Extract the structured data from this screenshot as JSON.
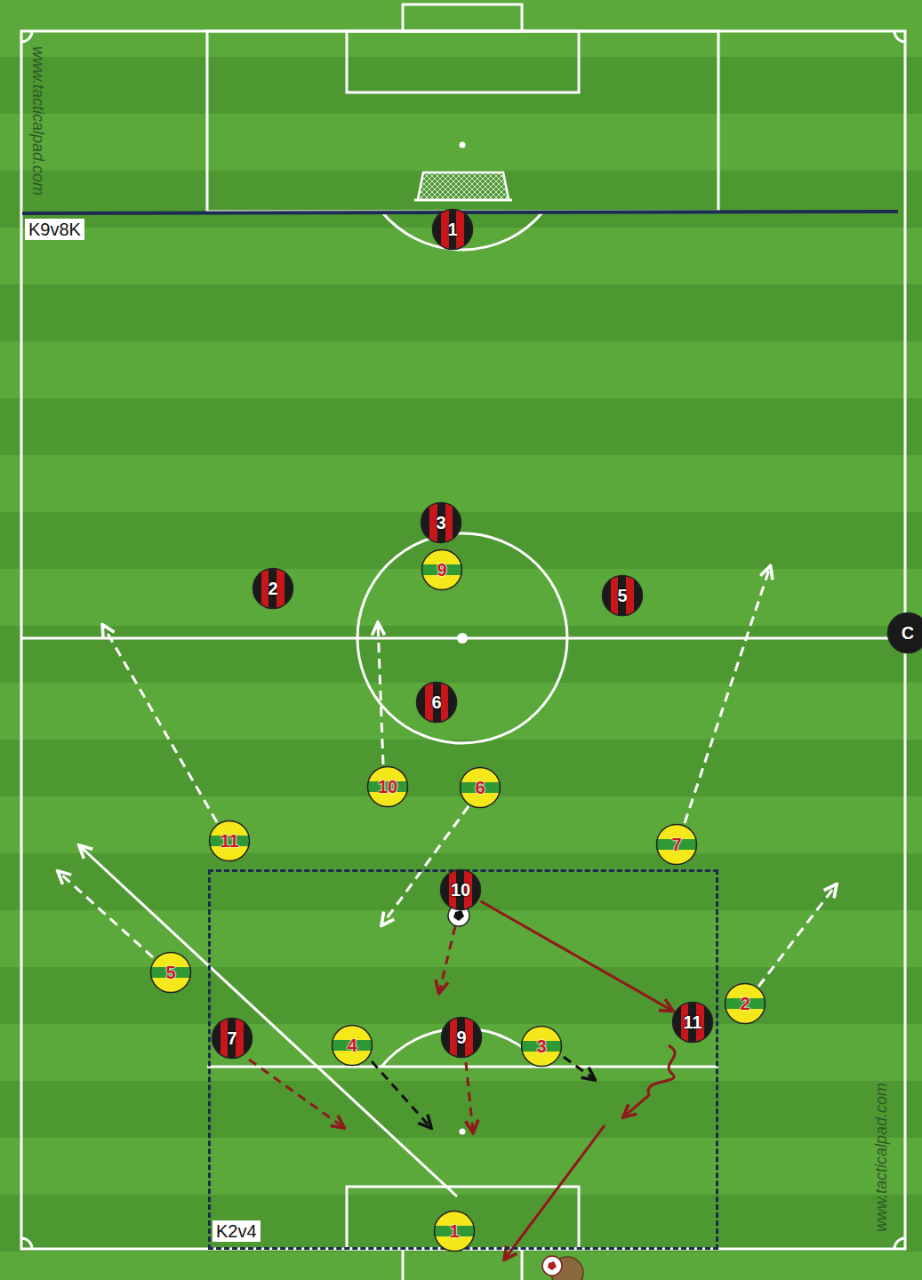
{
  "diagram": {
    "nodes": [
      {
        "text": [
          "1"
        ]
      },
      {
        "text": [
          "3"
        ]
      },
      {
        "text": [
          "9"
        ]
      },
      {
        "text": [
          "2"
        ]
      },
      {
        "text": [
          "5"
        ]
      },
      {
        "text": [
          "C"
        ]
      },
      {
        "text": [
          "6"
        ]
      },
      {
        "text": [
          "10"
        ]
      },
      {
        "text": [
          "6"
        ]
      },
      {
        "text": [
          "11"
        ]
      },
      {
        "text": [
          "7"
        ]
      },
      {
        "text": [
          "K2v4"
        ]
      },
      {
        "text": [
          "10"
        ],
        "in": 11
      },
      {
        "text": [
          "5"
        ]
      },
      {
        "text": [
          "2"
        ]
      },
      {
        "text": [
          "11"
        ],
        "in": 11
      },
      {
        "text": [
          "7"
        ],
        "in": 11
      },
      {
        "text": [
          "9"
        ],
        "in": 11
      },
      {
        "text": [
          "4"
        ],
        "in": 11
      },
      {
        "text": [
          "3"
        ],
        "in": 11
      },
      {
        "text": [
          "1"
        ],
        "in": 11
      }
    ],
    "edges": [
      {
        "from": 12,
        "to": 15,
        "arrow": "to"
      }
    ],
    "labels": [
      "K9v8K",
      "www.tacticalpad.com",
      "www.tacticalpad.com"
    ]
  }
}
